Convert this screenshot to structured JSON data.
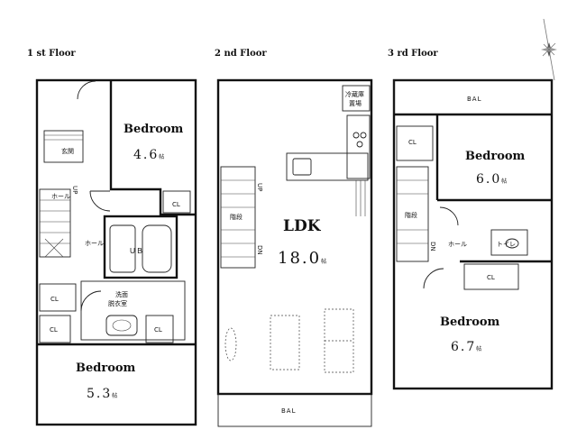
{
  "floors": {
    "first": {
      "title": "1 st Floor",
      "entrance": "玄関",
      "hall": "ホール",
      "bath": "ＵＢ",
      "washroom_line1": "洗面",
      "washroom_line2": "脱衣室",
      "closet": "CL",
      "up": "UP",
      "bedroom_top": {
        "name": "Bedroom",
        "size": "4.6",
        "unit": "帖"
      },
      "bedroom_bottom": {
        "name": "Bedroom",
        "size": "5.3",
        "unit": "帖"
      }
    },
    "second": {
      "title": "2 nd Floor",
      "fridge_line1": "冷蔵庫",
      "fridge_line2": "置場",
      "stairs": "階段",
      "up": "UP",
      "dn": "DN",
      "ldk": {
        "name": "LDK",
        "size": "18.0",
        "unit": "帖"
      },
      "balcony": "BAL"
    },
    "third": {
      "title": "3 rd Floor",
      "balcony": "BAL",
      "closet": "CL",
      "stairs": "階段",
      "hall": "ホール",
      "toilet": "トイレ",
      "dn": "DN",
      "bedroom_top": {
        "name": "Bedroom",
        "size": "6.0",
        "unit": "帖"
      },
      "bedroom_bottom": {
        "name": "Bedroom",
        "size": "6.7",
        "unit": "帖"
      }
    }
  }
}
